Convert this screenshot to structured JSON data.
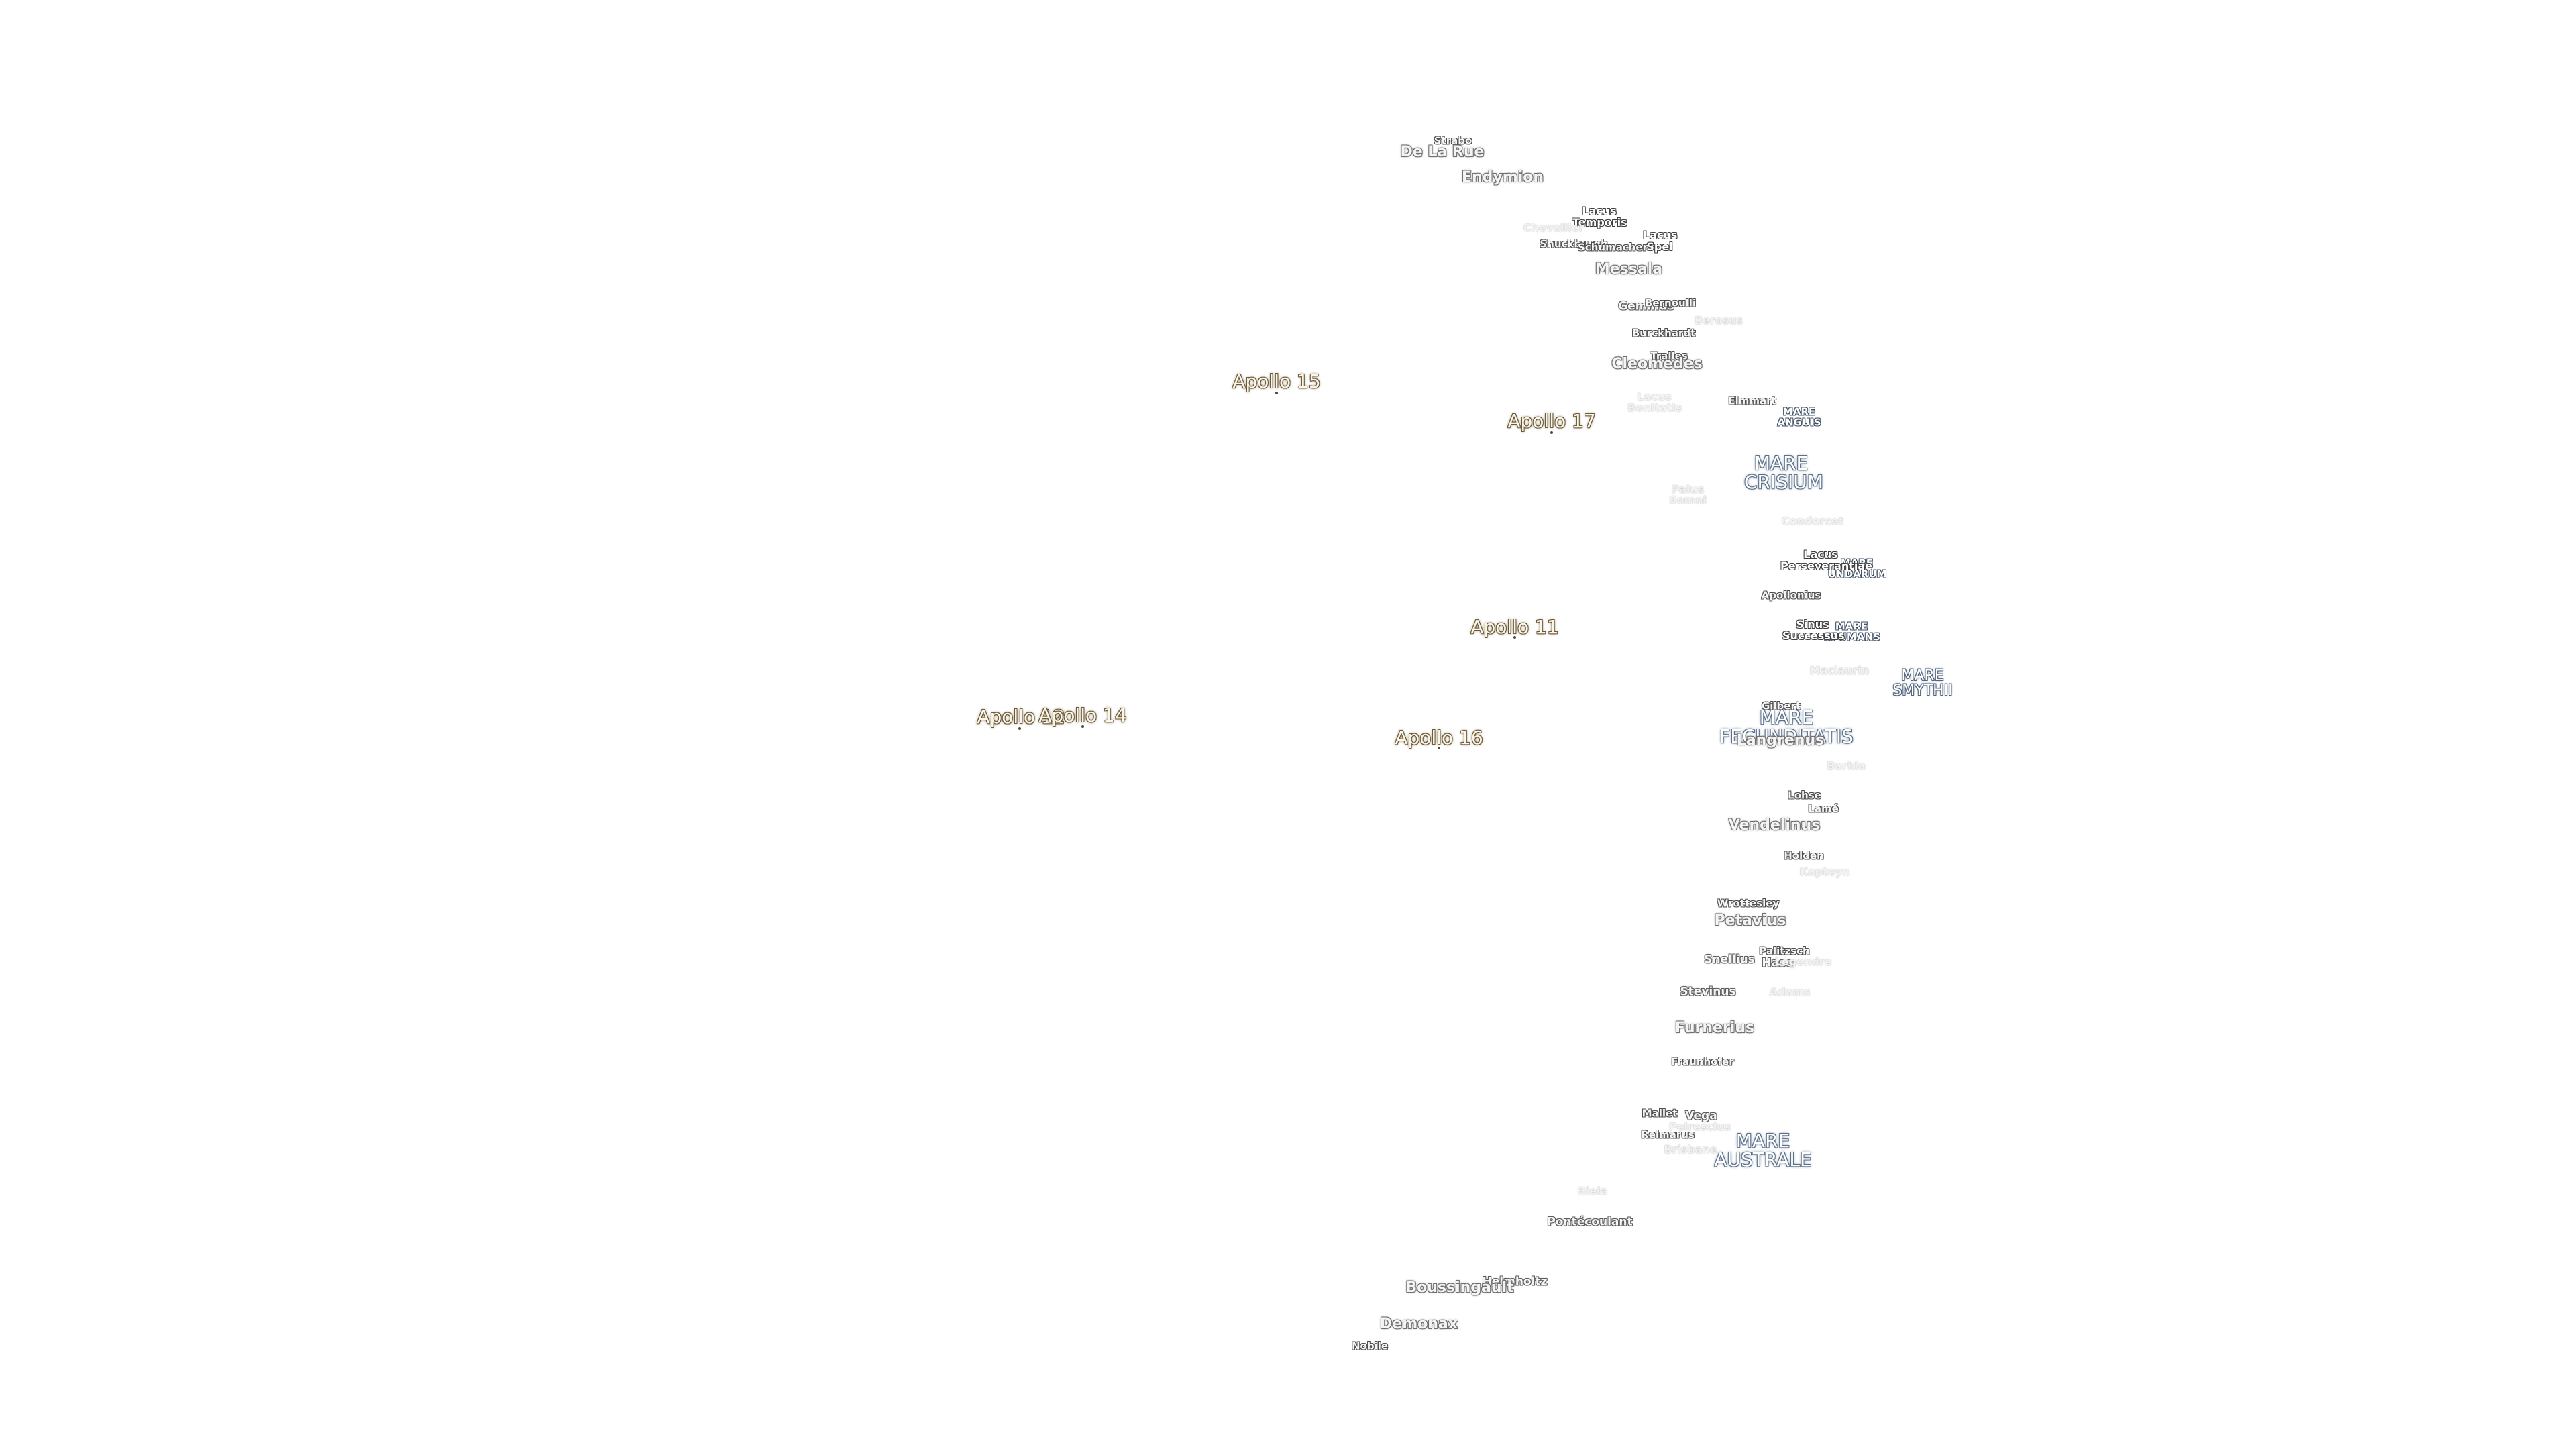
{
  "map": {
    "apollo_sites": [
      {
        "label": "Apollo 15"
      },
      {
        "label": "Apollo 17"
      },
      {
        "label": "Apollo 11"
      },
      {
        "label": "Apollo 12"
      },
      {
        "label": "Apollo 14"
      },
      {
        "label": "Apollo 16"
      }
    ],
    "maria": [
      {
        "label": "MARE CRISIUM"
      },
      {
        "label": "MARE FECUNDITATIS"
      },
      {
        "label": "MARE AUSTRALE"
      },
      {
        "label": "MARE SMYTHII"
      },
      {
        "label": "MARE ANGUIS"
      },
      {
        "label": "MARE UNDARUM"
      },
      {
        "label": "MARE SPUMANS"
      }
    ],
    "lakes": [
      {
        "label": "Lacus Temporis"
      },
      {
        "label": "Lacus Spei"
      },
      {
        "label": "Lacus Perseverantiae"
      },
      {
        "label": "Sinus Successus"
      },
      {
        "label": "Lacus Bonitatis"
      },
      {
        "label": "Palus Somni"
      }
    ],
    "craters": [
      {
        "label": "Strabo"
      },
      {
        "label": "De La Rue"
      },
      {
        "label": "Endymion"
      },
      {
        "label": "Chevallier"
      },
      {
        "label": "Shuckburgh"
      },
      {
        "label": "Schumacher"
      },
      {
        "label": "Messala"
      },
      {
        "label": "Geminus"
      },
      {
        "label": "Bernoulli"
      },
      {
        "label": "Berosus"
      },
      {
        "label": "Burckhardt"
      },
      {
        "label": "Tralles"
      },
      {
        "label": "Cleomedes"
      },
      {
        "label": "Eimmart"
      },
      {
        "label": "Condorcet"
      },
      {
        "label": "Apollonius"
      },
      {
        "label": "Maclaurin"
      },
      {
        "label": "Gilbert"
      },
      {
        "label": "Langrenus"
      },
      {
        "label": "Barkla"
      },
      {
        "label": "Lohse"
      },
      {
        "label": "Lamé"
      },
      {
        "label": "Vendelinus"
      },
      {
        "label": "Holden"
      },
      {
        "label": "Kapteyn"
      },
      {
        "label": "Wrottesley"
      },
      {
        "label": "Petavius"
      },
      {
        "label": "Snellius"
      },
      {
        "label": "Palitzsch"
      },
      {
        "label": "Hase"
      },
      {
        "label": "Legendre"
      },
      {
        "label": "Stevinus"
      },
      {
        "label": "Adams"
      },
      {
        "label": "Furnerius"
      },
      {
        "label": "Fraunhofer"
      },
      {
        "label": "Mallet"
      },
      {
        "label": "Vega"
      },
      {
        "label": "Peirescius"
      },
      {
        "label": "Reimarus"
      },
      {
        "label": "Brisbane"
      },
      {
        "label": "Biela"
      },
      {
        "label": "Pontécoulant"
      },
      {
        "label": "Helmholtz"
      },
      {
        "label": "Boussingault"
      },
      {
        "label": "Demonax"
      },
      {
        "label": "Nobile"
      }
    ]
  }
}
